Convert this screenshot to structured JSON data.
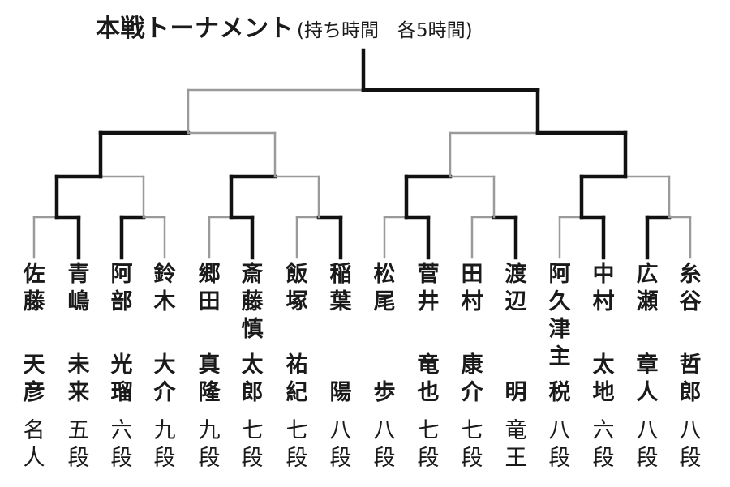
{
  "title": {
    "main": "本戦トーナメント",
    "sub": "(持ち時間　各5時間)"
  },
  "colors": {
    "winner_line": "#111111",
    "loser_line": "#9a9a9a",
    "text": "#1a1a1a",
    "background": "#ffffff"
  },
  "players": [
    {
      "surname": "佐藤",
      "given": "天彦",
      "rank": "名人"
    },
    {
      "surname": "青嶋",
      "given": "未来",
      "rank": "五段"
    },
    {
      "surname": "阿部",
      "given": "光瑠",
      "rank": "六段"
    },
    {
      "surname": "鈴木",
      "given": "大介",
      "rank": "九段"
    },
    {
      "surname": "郷田",
      "given": "真隆",
      "rank": "九段"
    },
    {
      "surname": "斎藤慎",
      "given": "太郎",
      "rank": "七段"
    },
    {
      "surname": "飯塚",
      "given": "祐紀",
      "rank": "七段"
    },
    {
      "surname": "稲葉",
      "given": "陽",
      "rank": "八段"
    },
    {
      "surname": "松尾",
      "given": "歩",
      "rank": "八段"
    },
    {
      "surname": "菅井",
      "given": "竜也",
      "rank": "七段"
    },
    {
      "surname": "田村",
      "given": "康介",
      "rank": "七段"
    },
    {
      "surname": "渡辺",
      "given": "明",
      "rank": "竜王"
    },
    {
      "surname": "阿久津主",
      "given": "税",
      "rank": "八段"
    },
    {
      "surname": "中村",
      "given": "太地",
      "rank": "六段"
    },
    {
      "surname": "広瀬",
      "given": "章人",
      "rank": "八段"
    },
    {
      "surname": "糸谷",
      "given": "哲郎",
      "rank": "八段"
    }
  ],
  "results": {
    "round1_winners": [
      1,
      2,
      5,
      7,
      9,
      11,
      13,
      14
    ],
    "round2_winners": [
      1,
      5,
      9,
      13
    ],
    "round3_winners": [
      1,
      13
    ],
    "final_winner_side": "right"
  }
}
